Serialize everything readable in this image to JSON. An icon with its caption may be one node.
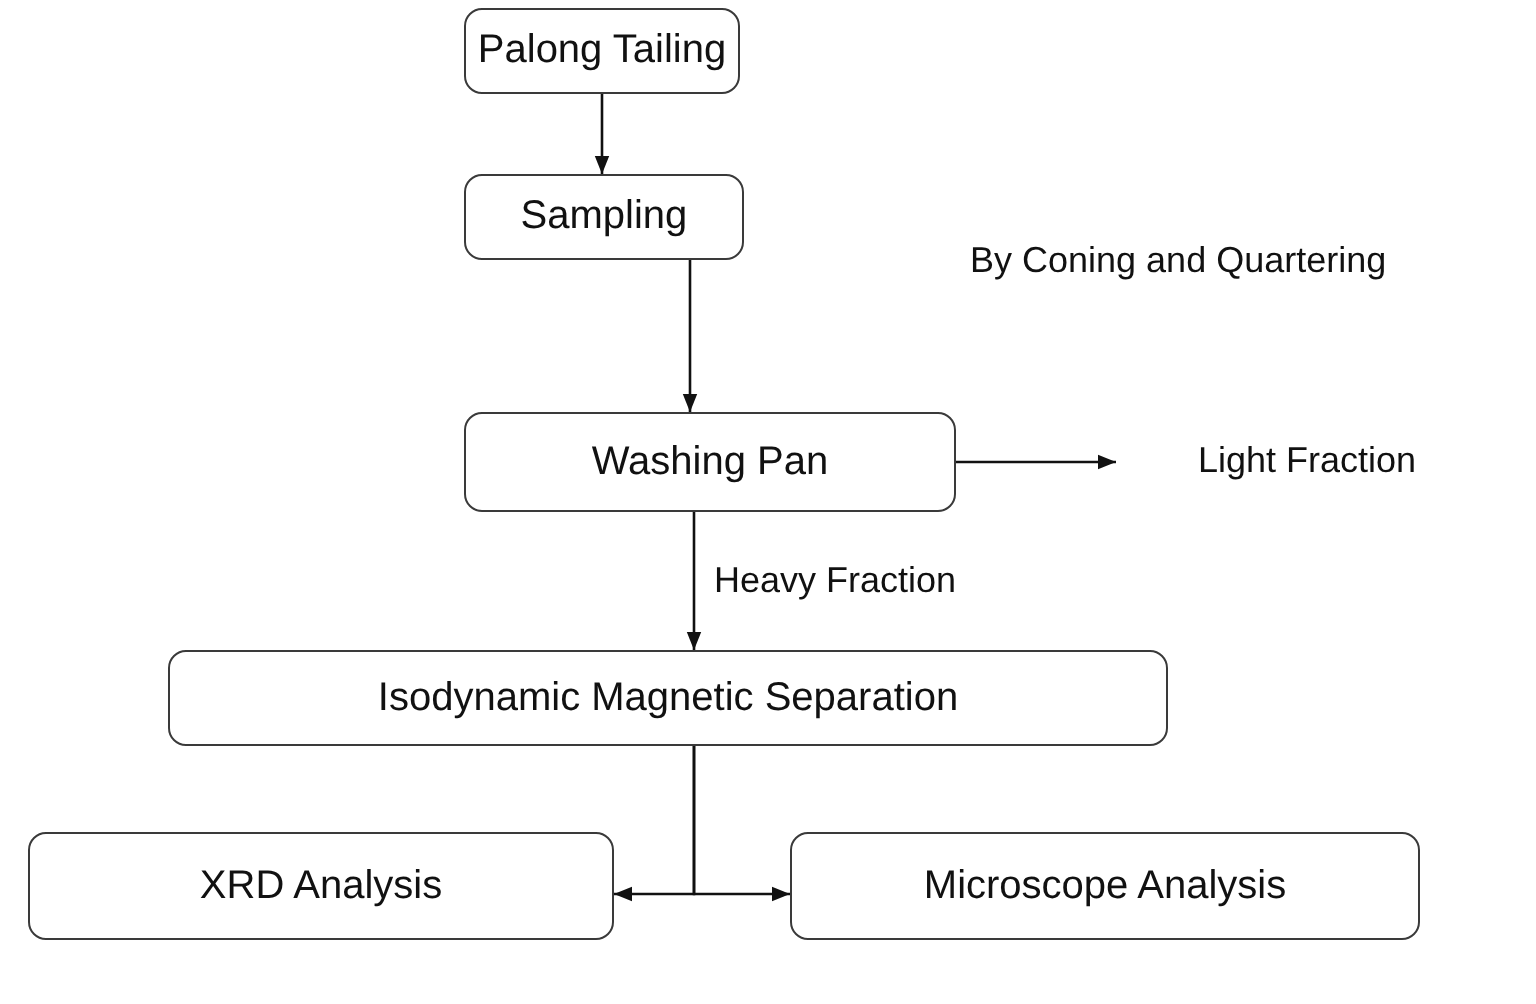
{
  "diagram": {
    "nodes": [
      {
        "text": [
          "Palong Tailing"
        ]
      },
      {
        "text": [
          "Sampling"
        ]
      },
      {
        "text": [
          "Washing Pan"
        ]
      },
      {
        "text": [
          "Light Fraction"
        ]
      },
      {
        "text": [
          "Isodynamic Magnetic Separation"
        ]
      },
      {
        "text": [
          "XRD Analysis"
        ]
      },
      {
        "text": [
          "Microscope Analysis"
        ]
      }
    ],
    "edges": [
      {
        "from": 0,
        "to": 1,
        "arrow": "to"
      },
      {
        "from": 1,
        "to": 2,
        "arrow": "to"
      },
      {
        "from": 2,
        "to": 3,
        "arrow": "to"
      },
      {
        "from": 2,
        "to": 4,
        "label": "Heavy Fraction",
        "arrow": "to"
      },
      {
        "from": 4,
        "to": 5,
        "arrow": "to"
      },
      {
        "from": 4,
        "to": 6,
        "arrow": "to"
      }
    ],
    "labels": [
      "By Coning and Quartering"
    ]
  }
}
